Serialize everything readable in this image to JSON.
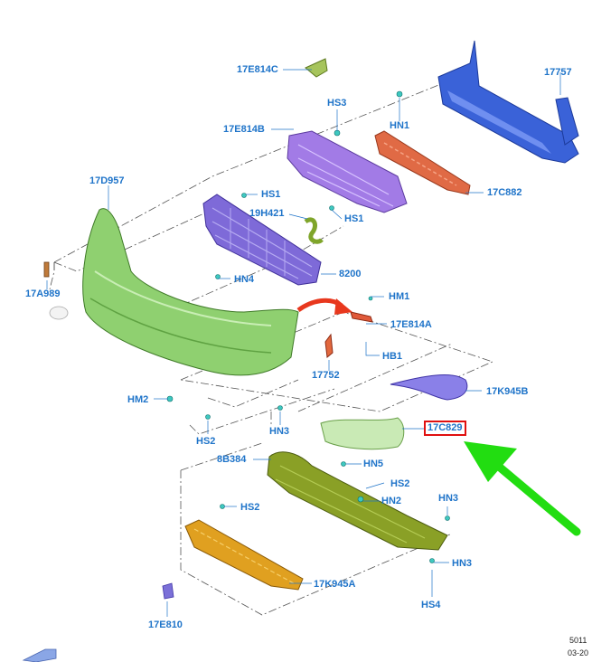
{
  "diagram": {
    "labels": {
      "p17E814C": "17E814C",
      "p17757": "17757",
      "HS3": "HS3",
      "HN1": "HN1",
      "p17E814B": "17E814B",
      "p17D957": "17D957",
      "HS1a": "HS1",
      "p17C882": "17C882",
      "p19H421": "19H421",
      "HS1b": "HS1",
      "p17A989": "17A989",
      "HN4": "HN4",
      "p8200": "8200",
      "HM1": "HM1",
      "p17E814A": "17E814A",
      "HB1": "HB1",
      "p17752": "17752",
      "p17K945B": "17K945B",
      "HM2": "HM2",
      "HS2a": "HS2",
      "HN3a": "HN3",
      "p17C829": "17C829",
      "p8B384": "8B384",
      "HN5": "HN5",
      "HS2b": "HS2",
      "HN2": "HN2",
      "HN3b": "HN3",
      "HS2c": "HS2",
      "HN3c": "HN3",
      "p17K945A": "17K945A",
      "HS4": "HS4",
      "p17E810": "17E810"
    },
    "highlighted_part": "17C829",
    "footer_code": "5011",
    "footer_date": "03-20",
    "colors": {
      "label": "#1f74c9",
      "highlight": "#e01010",
      "arrow_green": "#22dd11",
      "arrow_red": "#e8381e",
      "bumper": "#8fd070",
      "reinforcement": "#3a62d8",
      "absorber": "#e06a45",
      "grille": "#7e6ad8",
      "undershield": "#8aa026",
      "lower_shield": "#e0a020"
    }
  }
}
